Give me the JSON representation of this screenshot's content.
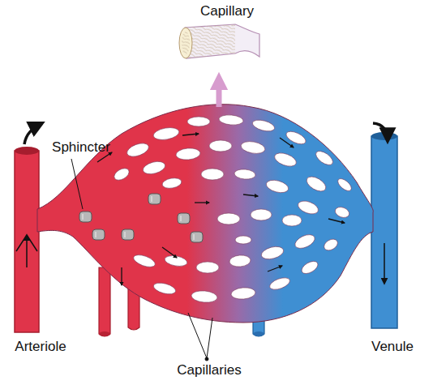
{
  "diagram": {
    "labels": [
      "Capillary",
      "Sphincter",
      "Arteriole",
      "Venule",
      "Capillaries"
    ]
  }
}
